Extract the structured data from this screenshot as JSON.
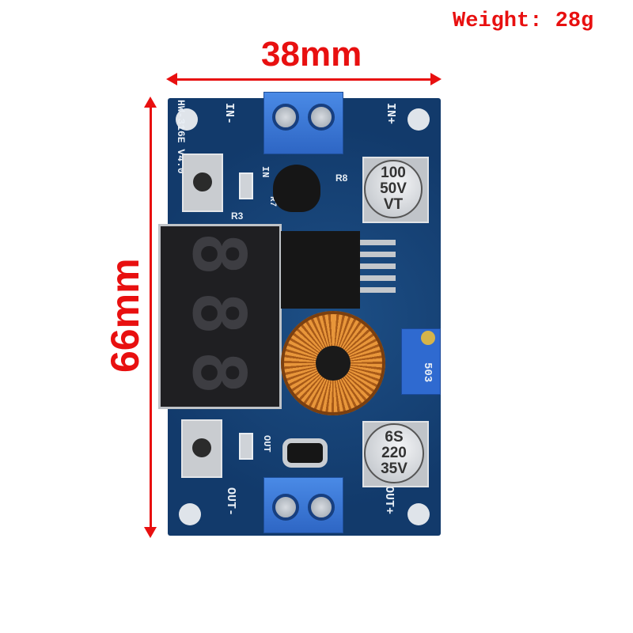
{
  "weight_label": "Weight: 28g",
  "width_label": "38mm",
  "height_label": "66mm",
  "board": {
    "model": "HW-316E V4.0",
    "in_minus": "IN-",
    "in_plus": "IN+",
    "out_minus": "OUT-",
    "out_plus": "OUT+",
    "in_led": "IN",
    "out_led": "OUT",
    "r8": "R8",
    "r7": "R7",
    "r3": "R3",
    "display_digits": [
      "8",
      "8",
      "8"
    ],
    "cap_in": [
      "100",
      "50V",
      "VT"
    ],
    "cap_out": [
      "6S",
      "220",
      "35V"
    ],
    "pot": "503"
  },
  "colors": {
    "annotation": "#e81010",
    "pcb": "#123a6b",
    "terminal": "#3a78d8",
    "coil": "#d9822b"
  }
}
